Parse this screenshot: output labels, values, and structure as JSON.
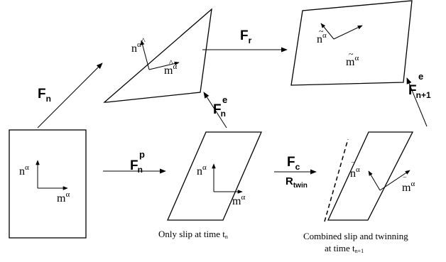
{
  "vectors": {
    "n_sym": "n",
    "m_sym": "m",
    "alpha": "α",
    "hat_accent": "^",
    "tilde_accent": "~",
    "bar_accent": "‾"
  },
  "maps": {
    "F_sym": "F",
    "Fn_sub": "n",
    "Fnp_sup": "p",
    "Fne_sup": "e",
    "Fr_sub": "r",
    "Fn1_sub": "n+1",
    "Fn1_sup": "e",
    "Fc_sub": "c",
    "R_sym": "R",
    "Rtwin_sub": "twin"
  },
  "captions": {
    "slip_text": "Only slip at time t",
    "slip_sub": "n",
    "twin_line1": "Combined slip and twinning",
    "twin_line2": "at time t",
    "twin_sub": "n+1"
  }
}
